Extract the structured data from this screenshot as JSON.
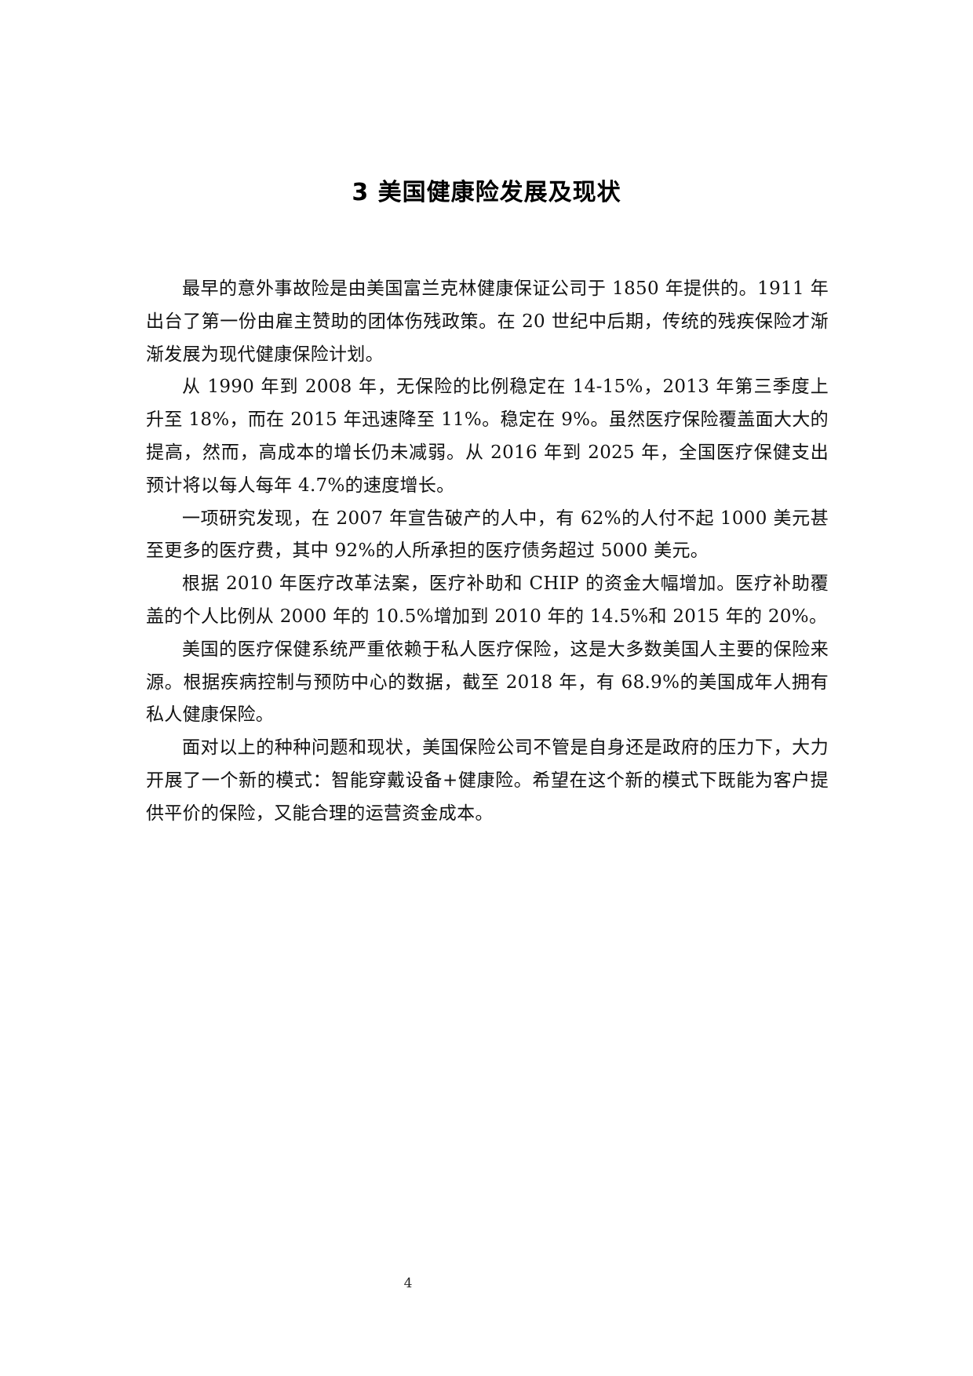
{
  "document": {
    "section_title": "3 美国健康险发展及现状",
    "paragraphs": [
      "最早的意外事故险是由美国富兰克林健康保证公司于 1850 年提供的。1911 年出台了第一份由雇主赞助的团体伤残政策。在 20 世纪中后期，传统的残疾保险才渐渐发展为现代健康保险计划。",
      "从 1990 年到 2008 年，无保险的比例稳定在 14-15%，2013 年第三季度上升至 18%，而在 2015 年迅速降至 11%。稳定在 9%。虽然医疗保险覆盖面大大的提高，然而，高成本的增长仍未减弱。从 2016 年到 2025 年，全国医疗保健支出预计将以每人每年 4.7%的速度增长。",
      "一项研究发现，在 2007 年宣告破产的人中，有 62%的人付不起 1000 美元甚至更多的医疗费，其中 92%的人所承担的医疗债务超过 5000 美元。",
      "根据 2010 年医疗改革法案，医疗补助和 CHIP 的资金大幅增加。医疗补助覆盖的个人比例从 2000 年的 10.5%增加到 2010 年的 14.5%和 2015 年的 20%。",
      "美国的医疗保健系统严重依赖于私人医疗保险，这是大多数美国人主要的保险来源。根据疾病控制与预防中心的数据，截至 2018 年，有 68.9%的美国成年人拥有私人健康保险。",
      "面对以上的种种问题和现状，美国保险公司不管是自身还是政府的压力下，大力开展了一个新的模式：智能穿戴设备+健康险。希望在这个新的模式下既能为客户提供平价的保险，又能合理的运营资金成本。"
    ],
    "page_number": "4"
  }
}
